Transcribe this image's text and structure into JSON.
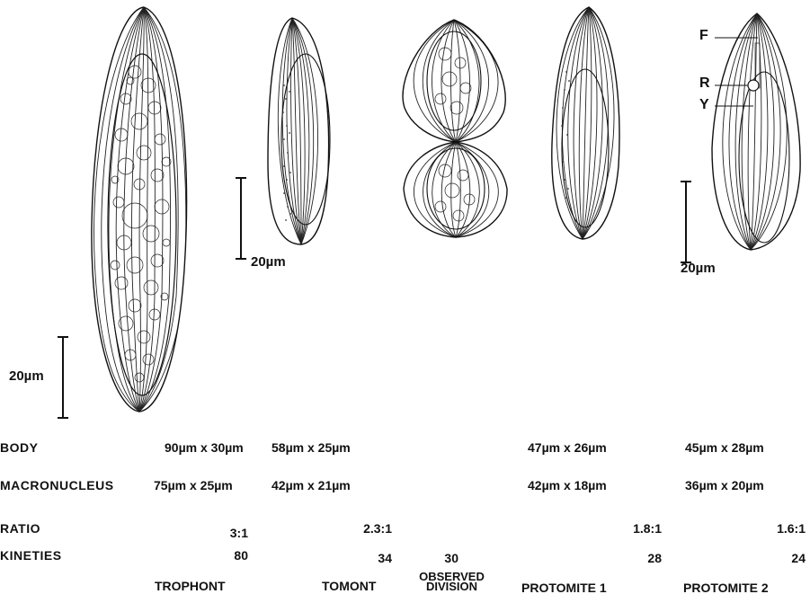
{
  "figure": {
    "stages": [
      "TROPHONT",
      "TOMONT",
      "OBSERVED DIVISION",
      "PROTOMITE 1",
      "PROTOMITE 2"
    ],
    "scale_bars": [
      "20µm",
      "20µm",
      "20µm"
    ],
    "markers": {
      "f": "F",
      "r": "R",
      "y": "Y"
    }
  },
  "table": {
    "row_labels": {
      "body": "BODY",
      "macronucleus": "MACRONUCLEUS",
      "ratio": "RATIO",
      "kineties": "KINETIES"
    },
    "columns": [
      {
        "stage": "TROPHONT",
        "body": "90µm x 30µm",
        "macronucleus": "75µm x 25µm",
        "ratio": "3:1",
        "kineties": "80"
      },
      {
        "stage": "TOMONT",
        "body": "58µm x 25µm",
        "macronucleus": "42µm x 21µm",
        "ratio": "2.3:1",
        "kineties": "34"
      },
      {
        "stage": "OBSERVED DIVISION",
        "body": "",
        "macronucleus": "",
        "ratio": "",
        "kineties": "30"
      },
      {
        "stage": "PROTOMITE 1",
        "body": "47µm x 26µm",
        "macronucleus": "42µm x 18µm",
        "ratio": "1.8:1",
        "kineties": "28"
      },
      {
        "stage": "PROTOMITE 2",
        "body": "45µm x 28µm",
        "macronucleus": "36µm x 20µm",
        "ratio": "1.6:1",
        "kineties": "24"
      }
    ]
  }
}
